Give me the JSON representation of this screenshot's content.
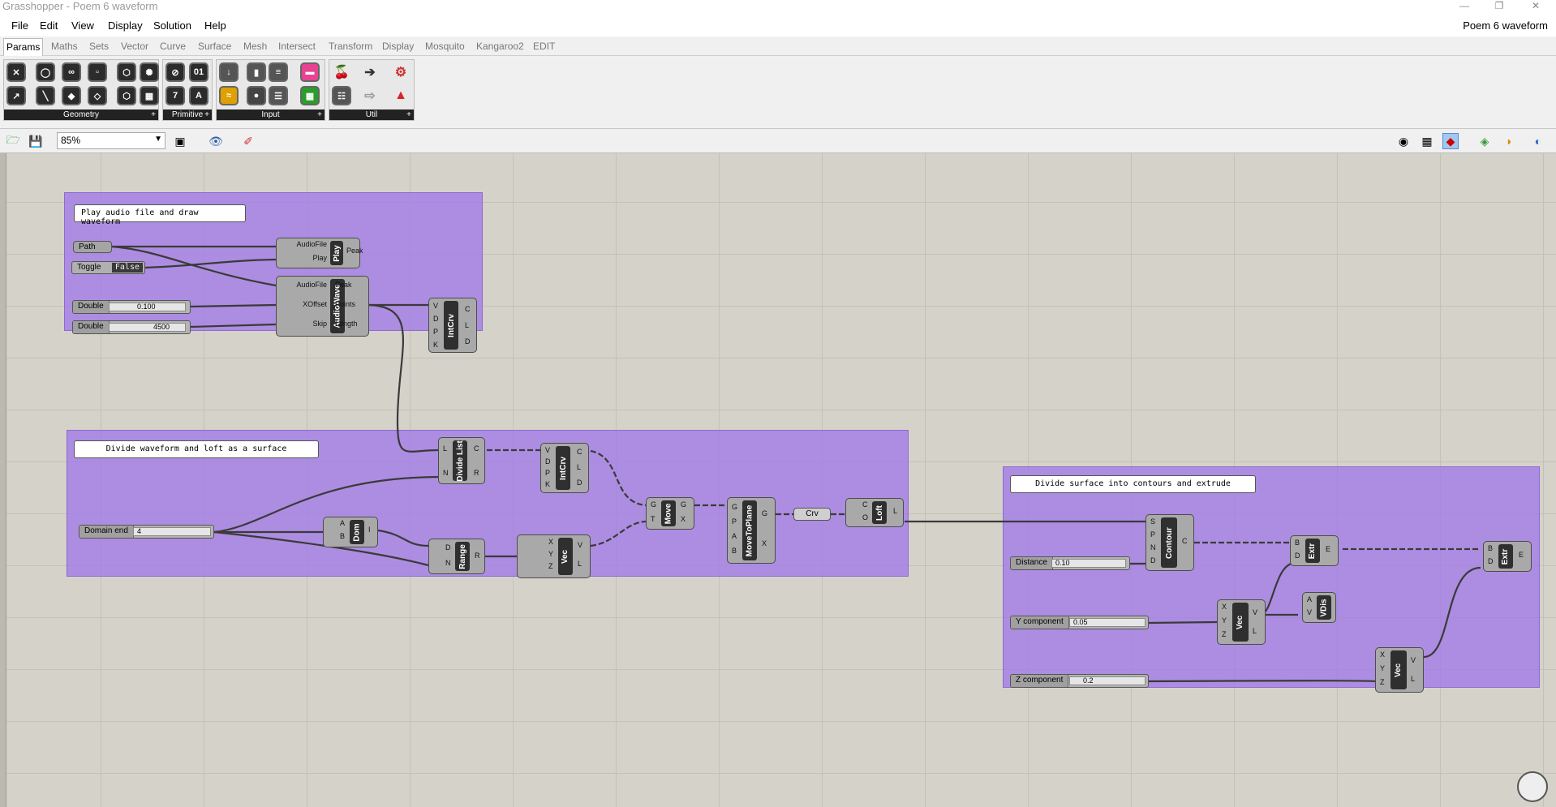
{
  "window": {
    "title": "Grasshopper - Poem 6 waveform",
    "document": "Poem 6 waveform"
  },
  "menu": [
    "File",
    "Edit",
    "View",
    "Display",
    "Solution",
    "Help"
  ],
  "tabs": [
    "Params",
    "Maths",
    "Sets",
    "Vector",
    "Curve",
    "Surface",
    "Mesh",
    "Intersect",
    "Transform",
    "Display",
    "Mosquito",
    "Kangaroo2",
    "EDIT"
  ],
  "ribbon_groups": [
    "Geometry",
    "Primitive",
    "Input",
    "Util"
  ],
  "canvas_toolbar": {
    "zoom": "85%"
  },
  "groups": {
    "g1": {
      "note": "Play audio file and draw waveform"
    },
    "g2": {
      "note": "Divide waveform and loft as a surface"
    },
    "g3": {
      "note": "Divide surface into contours and extrude"
    }
  },
  "params": {
    "path": "Path",
    "toggle_label": "Toggle",
    "toggle_value": "False",
    "crv": "Crv"
  },
  "sliders": {
    "double1": {
      "label": "Double",
      "value": "0.100"
    },
    "double2": {
      "label": "Double",
      "value": "4500"
    },
    "domain_end": {
      "label": "Domain end",
      "value": "4"
    },
    "distance": {
      "label": "Distance",
      "value": "0.10"
    },
    "ycomp": {
      "label": "Y component",
      "value": "0.05"
    },
    "zcomp": {
      "label": "Z component",
      "value": "0.2"
    }
  },
  "components": {
    "play": {
      "name": "Play",
      "in": [
        "AudioFile",
        "Play"
      ],
      "out": [
        "Peak"
      ]
    },
    "audiowave": {
      "name": "AudioWave",
      "in": [
        "AudioFile",
        "XOffset",
        "Skip"
      ],
      "out": [
        "Peak",
        "Points",
        "Length"
      ]
    },
    "intcrv1": {
      "name": "IntCrv",
      "in": [
        "V",
        "D",
        "P",
        "K"
      ],
      "out": [
        "C",
        "L",
        "D"
      ]
    },
    "dividelist": {
      "name": "Divide List",
      "in": [
        "L",
        "N"
      ],
      "out": [
        "C",
        "R"
      ]
    },
    "intcrv2": {
      "name": "IntCrv",
      "in": [
        "V",
        "D",
        "P",
        "K"
      ],
      "out": [
        "C",
        "L",
        "D"
      ]
    },
    "dom": {
      "name": "Dom",
      "in": [
        "A",
        "B"
      ],
      "out": [
        "I"
      ]
    },
    "range": {
      "name": "Range",
      "in": [
        "D",
        "N"
      ],
      "out": [
        "R"
      ]
    },
    "vec1": {
      "name": "Vec",
      "in": [
        "X",
        "Y",
        "Z"
      ],
      "out": [
        "V",
        "L"
      ]
    },
    "move": {
      "name": "Move",
      "in": [
        "G",
        "T"
      ],
      "out": [
        "G",
        "X"
      ]
    },
    "movetoplane": {
      "name": "MoveToPlane",
      "in": [
        "G",
        "P",
        "A",
        "B"
      ],
      "out": [
        "G",
        "X"
      ]
    },
    "loft": {
      "name": "Loft",
      "in": [
        "C",
        "O"
      ],
      "out": [
        "L"
      ]
    },
    "contour": {
      "name": "Contour",
      "in": [
        "S",
        "P",
        "N",
        "D"
      ],
      "out": [
        "C"
      ]
    },
    "extr1": {
      "name": "Extr",
      "in": [
        "B",
        "D"
      ],
      "out": [
        "E"
      ]
    },
    "extr2": {
      "name": "Extr",
      "in": [
        "B",
        "D"
      ],
      "out": [
        "E"
      ]
    },
    "vec2": {
      "name": "Vec",
      "in": [
        "X",
        "Y",
        "Z"
      ],
      "out": [
        "V",
        "L"
      ]
    },
    "vdis": {
      "name": "VDis",
      "in": [
        "A",
        "V"
      ],
      "out": []
    },
    "vec3": {
      "name": "Vec",
      "in": [
        "X",
        "Y",
        "Z"
      ],
      "out": [
        "V",
        "L"
      ]
    }
  }
}
